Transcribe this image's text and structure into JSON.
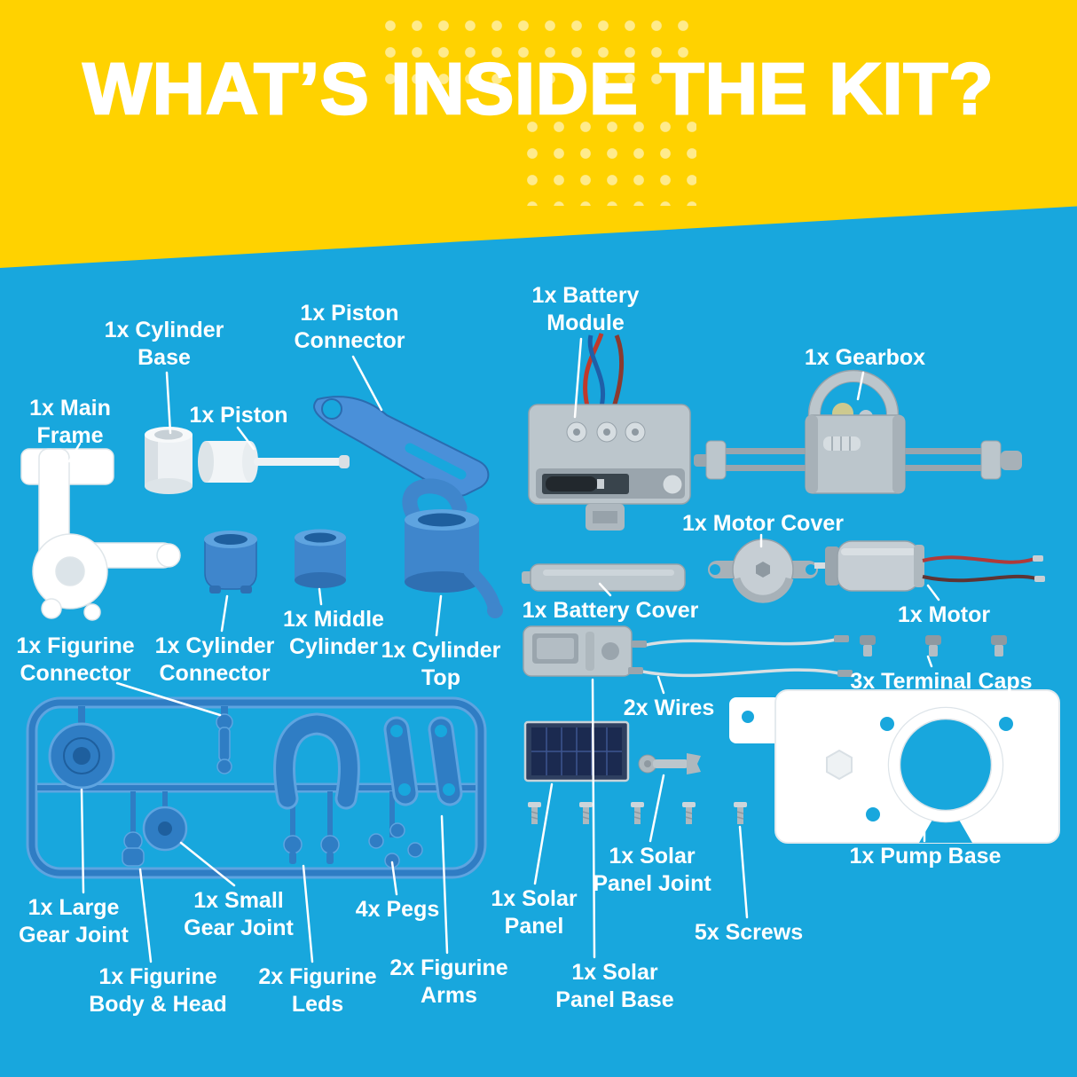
{
  "header": {
    "title": "WHAT’S INSIDE THE KIT?"
  },
  "colors": {
    "banner_yellow": "#FFD200",
    "background_blue": "#18A7DD",
    "label_white": "#FFFFFF",
    "part_blue": "#3F86CC",
    "sprue_blue": "#2F7DC4",
    "part_gray": "#BCC6CC",
    "part_white": "#FFFFFF",
    "solar_cell_navy": "#1B2A50"
  },
  "parts": [
    {
      "id": "cylinder-base",
      "label": "1x Cylinder\nBase"
    },
    {
      "id": "piston-connector",
      "label": "1x Piston\nConnector"
    },
    {
      "id": "battery-module",
      "label": "1x Battery\nModule"
    },
    {
      "id": "gearbox",
      "label": "1x Gearbox"
    },
    {
      "id": "main-frame",
      "label": "1x Main\nFrame"
    },
    {
      "id": "piston",
      "label": "1x Piston"
    },
    {
      "id": "motor-cover",
      "label": "1x Motor Cover"
    },
    {
      "id": "battery-cover",
      "label": "1x Battery Cover"
    },
    {
      "id": "motor",
      "label": "1x Motor"
    },
    {
      "id": "figurine-connector",
      "label": "1x Figurine\nConnector"
    },
    {
      "id": "cylinder-connector",
      "label": "1x Cylinder\nConnector"
    },
    {
      "id": "middle-cylinder",
      "label": "1x Middle\nCylinder"
    },
    {
      "id": "cylinder-top",
      "label": "1x Cylinder\nTop"
    },
    {
      "id": "terminal-caps",
      "label": "3x Terminal Caps"
    },
    {
      "id": "wires",
      "label": "2x Wires"
    },
    {
      "id": "large-gear-joint",
      "label": "1x Large\nGear Joint"
    },
    {
      "id": "small-gear-joint",
      "label": "1x Small\nGear Joint"
    },
    {
      "id": "pegs",
      "label": "4x Pegs"
    },
    {
      "id": "solar-panel",
      "label": "1x Solar\nPanel"
    },
    {
      "id": "solar-panel-joint",
      "label": "1x Solar\nPanel Joint"
    },
    {
      "id": "pump-base",
      "label": "1x Pump Base"
    },
    {
      "id": "screws",
      "label": "5x Screws"
    },
    {
      "id": "figurine-body-head",
      "label": "1x Figurine\nBody & Head"
    },
    {
      "id": "figurine-leds",
      "label": "2x Figurine\nLeds"
    },
    {
      "id": "figurine-arms",
      "label": "2x Figurine\nArms"
    },
    {
      "id": "solar-panel-base",
      "label": "1x Solar\nPanel Base"
    }
  ]
}
